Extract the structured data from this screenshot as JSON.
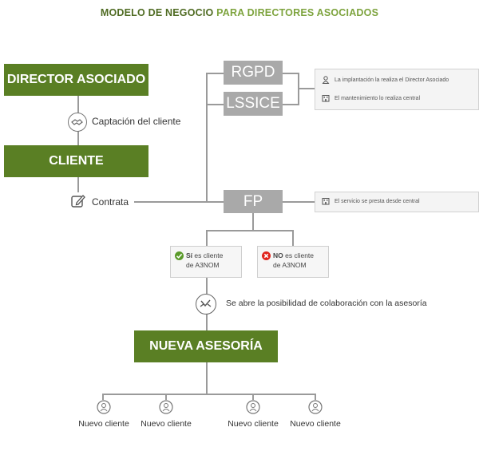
{
  "title": {
    "part1": "MODELO DE NEGOCIO",
    "part2": "PARA DIRECTORES ASOCIADOS"
  },
  "boxes": {
    "director": "DIRECTOR ASOCIADO",
    "cliente": "CLIENTE",
    "rgpd": "RGPD",
    "lssice": "LSSICE",
    "fp": "FP",
    "nueva": "NUEVA ASESORÍA"
  },
  "labels": {
    "captacion": "Captación del cliente",
    "contrata": "Contrata",
    "colaboracion": "Se abre la posibilidad de colaboración con la asesoría"
  },
  "notes": {
    "rgpd_lssice": [
      {
        "icon": "person-icon",
        "text": "La implantación la realiza el Director Asociado"
      },
      {
        "icon": "building-icon",
        "text": "El mantenimiento lo realiza central"
      }
    ],
    "fp": {
      "icon": "building-icon",
      "text": "El servicio se presta desde central"
    }
  },
  "client_status": {
    "si": {
      "line1_strong": "Sí",
      "line1_rest": " es cliente",
      "line2": "de A3NOM",
      "color": "#5a9a2a"
    },
    "no": {
      "line1_strong": "NO",
      "line1_rest": " es cliente",
      "line2": "de A3NOM",
      "color": "#e0241c"
    }
  },
  "new_clients": [
    {
      "label": "Nuevo cliente"
    },
    {
      "label": "Nuevo cliente"
    },
    {
      "label": "Nuevo cliente"
    },
    {
      "label": "Nuevo cliente"
    }
  ],
  "colors": {
    "green": "#5a7f24",
    "gray": "#a9a9a9",
    "line": "#9a9a9a"
  }
}
